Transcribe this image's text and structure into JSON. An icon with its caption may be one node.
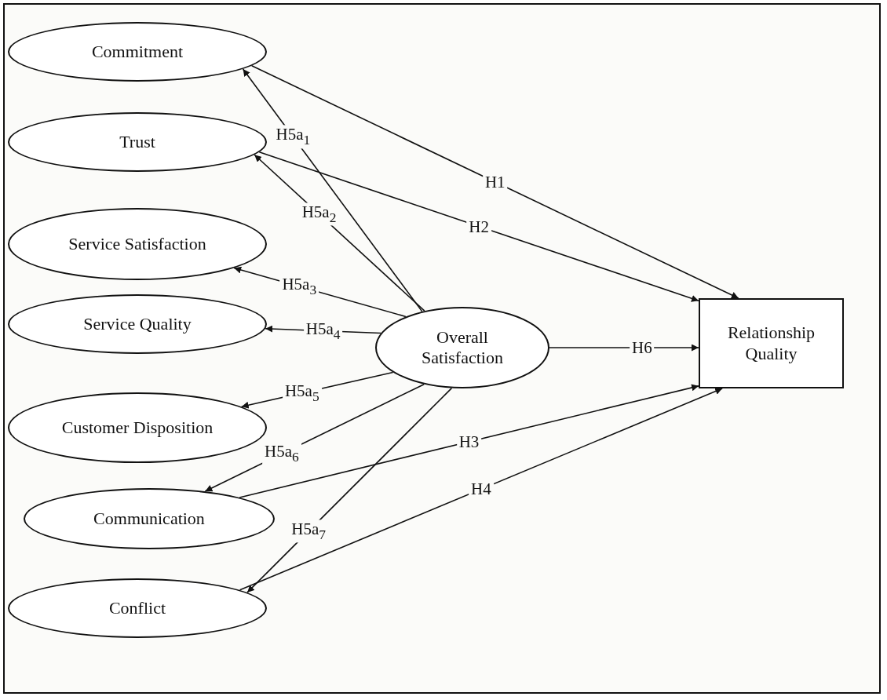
{
  "diagram": {
    "nodes": [
      {
        "text": [
          "Commitment"
        ]
      },
      {
        "text": [
          "Trust"
        ]
      },
      {
        "text": [
          "Service Satisfaction"
        ]
      },
      {
        "text": [
          "Service Quality"
        ]
      },
      {
        "text": [
          "Customer Disposition"
        ]
      },
      {
        "text": [
          "Communication"
        ]
      },
      {
        "text": [
          "Conflict"
        ]
      },
      {
        "text": [
          "Overall Satisfaction"
        ]
      },
      {
        "text": [
          "Relationship Quality"
        ]
      }
    ],
    "edges": [
      {
        "from": 7,
        "to": 0,
        "arrow": "to",
        "label": "H5a$_{1}$"
      },
      {
        "from": 0,
        "to": 8,
        "arrow": "to",
        "label": "H1"
      },
      {
        "from": 7,
        "to": 1,
        "arrow": "to",
        "label": "H5a$_{2}$"
      },
      {
        "from": 1,
        "to": 8,
        "arrow": "to",
        "label": "H2"
      },
      {
        "from": 7,
        "to": 2,
        "arrow": "to",
        "label": "H5a$_{3}$"
      },
      {
        "from": 7,
        "to": 3,
        "arrow": "to",
        "label": "H5a$_{4}$"
      },
      {
        "from": 7,
        "to": 8,
        "arrow": "to",
        "label": "H6"
      },
      {
        "from": 7,
        "to": 4,
        "arrow": "to",
        "label": "H5a$_{5}$"
      },
      {
        "from": 5,
        "to": 8,
        "arrow": "to",
        "label": "H3"
      },
      {
        "from": 7,
        "to": 5,
        "arrow": "to",
        "label": "H5a$_{6}$"
      },
      {
        "from": 6,
        "to": 8,
        "arrow": "to",
        "label": "H4"
      },
      {
        "from": 7,
        "to": 6,
        "arrow": "to",
        "label": "H5a$_{7}$"
      }
    ]
  }
}
